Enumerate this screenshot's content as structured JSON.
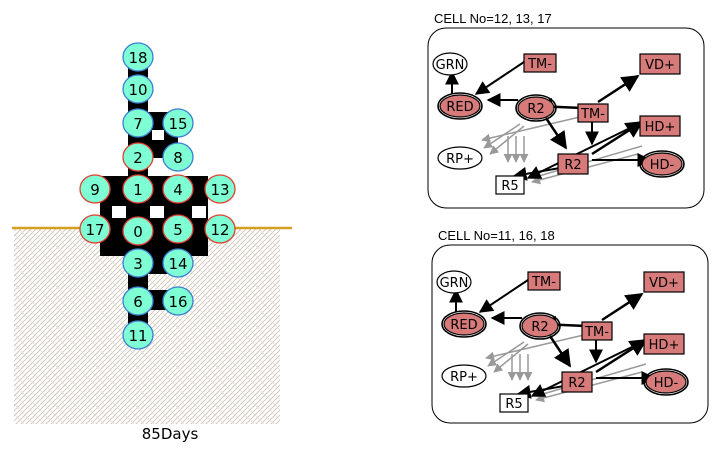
{
  "days_label": "85Days",
  "cells": [
    {
      "id": "18",
      "color": "#7fffd4",
      "ring": "#3b7fd1"
    },
    {
      "id": "10",
      "color": "#7fffd4",
      "ring": "#3b7fd1"
    },
    {
      "id": "7",
      "color": "#7fffd4",
      "ring": "#3b7fd1"
    },
    {
      "id": "15",
      "color": "#7fffd4",
      "ring": "#3b7fd1"
    },
    {
      "id": "2",
      "color": "#7fffd4",
      "ring": "#e04030"
    },
    {
      "id": "8",
      "color": "#7fffd4",
      "ring": "#3b7fd1"
    },
    {
      "id": "9",
      "color": "#7fffd4",
      "ring": "#e04030"
    },
    {
      "id": "1",
      "color": "#7fffd4",
      "ring": "#e04030"
    },
    {
      "id": "4",
      "color": "#7fffd4",
      "ring": "#e04030"
    },
    {
      "id": "13",
      "color": "#7fffd4",
      "ring": "#e04030"
    },
    {
      "id": "17",
      "color": "#7fffd4",
      "ring": "#e04030"
    },
    {
      "id": "0",
      "color": "#7fffd4",
      "ring": "#e04030"
    },
    {
      "id": "5",
      "color": "#7fffd4",
      "ring": "#e04030"
    },
    {
      "id": "12",
      "color": "#7fffd4",
      "ring": "#e04030"
    },
    {
      "id": "3",
      "color": "#7fffd4",
      "ring": "#3b7fd1"
    },
    {
      "id": "14",
      "color": "#7fffd4",
      "ring": "#3b7fd1"
    },
    {
      "id": "6",
      "color": "#7fffd4",
      "ring": "#3b7fd1"
    },
    {
      "id": "16",
      "color": "#7fffd4",
      "ring": "#3b7fd1"
    },
    {
      "id": "11",
      "color": "#7fffd4",
      "ring": "#3b7fd1"
    }
  ],
  "panels": [
    {
      "title": "CELL No=12, 13, 17",
      "nodes": {
        "grn": "GRN",
        "tm1": "TM-",
        "vd": "VD+",
        "red": "RED",
        "r2a": "R2",
        "tm2": "TM-",
        "hd": "HD+",
        "rp": "RP+",
        "r2b": "R2",
        "hdm": "HD-",
        "r5": "R5"
      }
    },
    {
      "title": "CELL No=11, 16, 18",
      "nodes": {
        "grn": "GRN",
        "tm1": "TM-",
        "vd": "VD+",
        "red": "RED",
        "r2a": "R2",
        "tm2": "TM-",
        "hd": "HD+",
        "rp": "RP+",
        "r2b": "R2",
        "hdm": "HD-",
        "r5": "R5"
      }
    }
  ],
  "colors": {
    "ground_line": "#d4a020",
    "soil_pattern": "#c8c0b0",
    "node_red": "#d77a7a",
    "panel_border": "#000000",
    "cell_fill": "#7fffd4"
  }
}
